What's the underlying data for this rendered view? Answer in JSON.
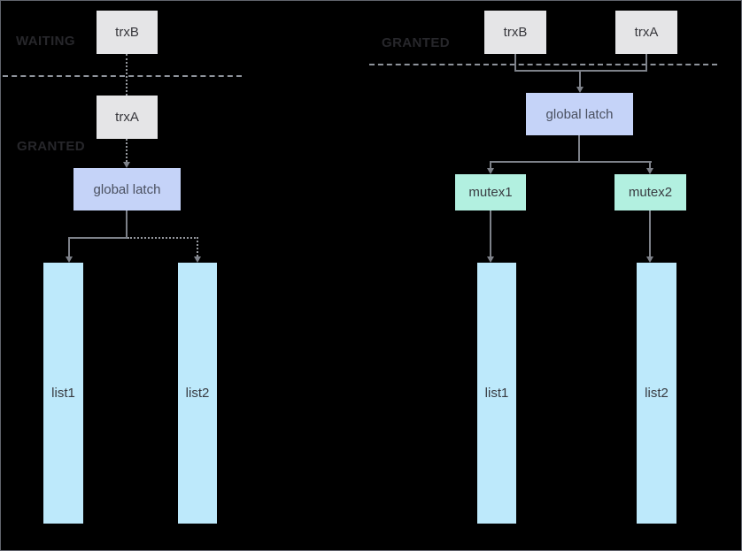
{
  "left_panel": {
    "waiting_label": "WAITING",
    "granted_label": "GRANTED",
    "trx_waiting": "trxB",
    "trx_granted": "trxA",
    "latch": "global latch",
    "list1": "list1",
    "list2": "list2"
  },
  "right_panel": {
    "granted_label": "GRANTED",
    "trx_b": "trxB",
    "trx_a": "trxA",
    "latch": "global latch",
    "mutex1": "mutex1",
    "mutex2": "mutex2",
    "list1": "list1",
    "list2": "list2"
  },
  "colors": {
    "background": "#000000",
    "canvas_border": "#62666e",
    "node_gray": "#e5e5e7",
    "node_gray_text": "#37373c",
    "node_lavender": "#c5d3f8",
    "latch_text": "#4a5060",
    "node_mint": "#b2f0e0",
    "node_cyan": "#bde9fb",
    "node_text": "#383b41",
    "connector": "#7d8189",
    "dotted": "#94979d",
    "divider_dash": "#8e939b",
    "section_label": "#27272b"
  }
}
